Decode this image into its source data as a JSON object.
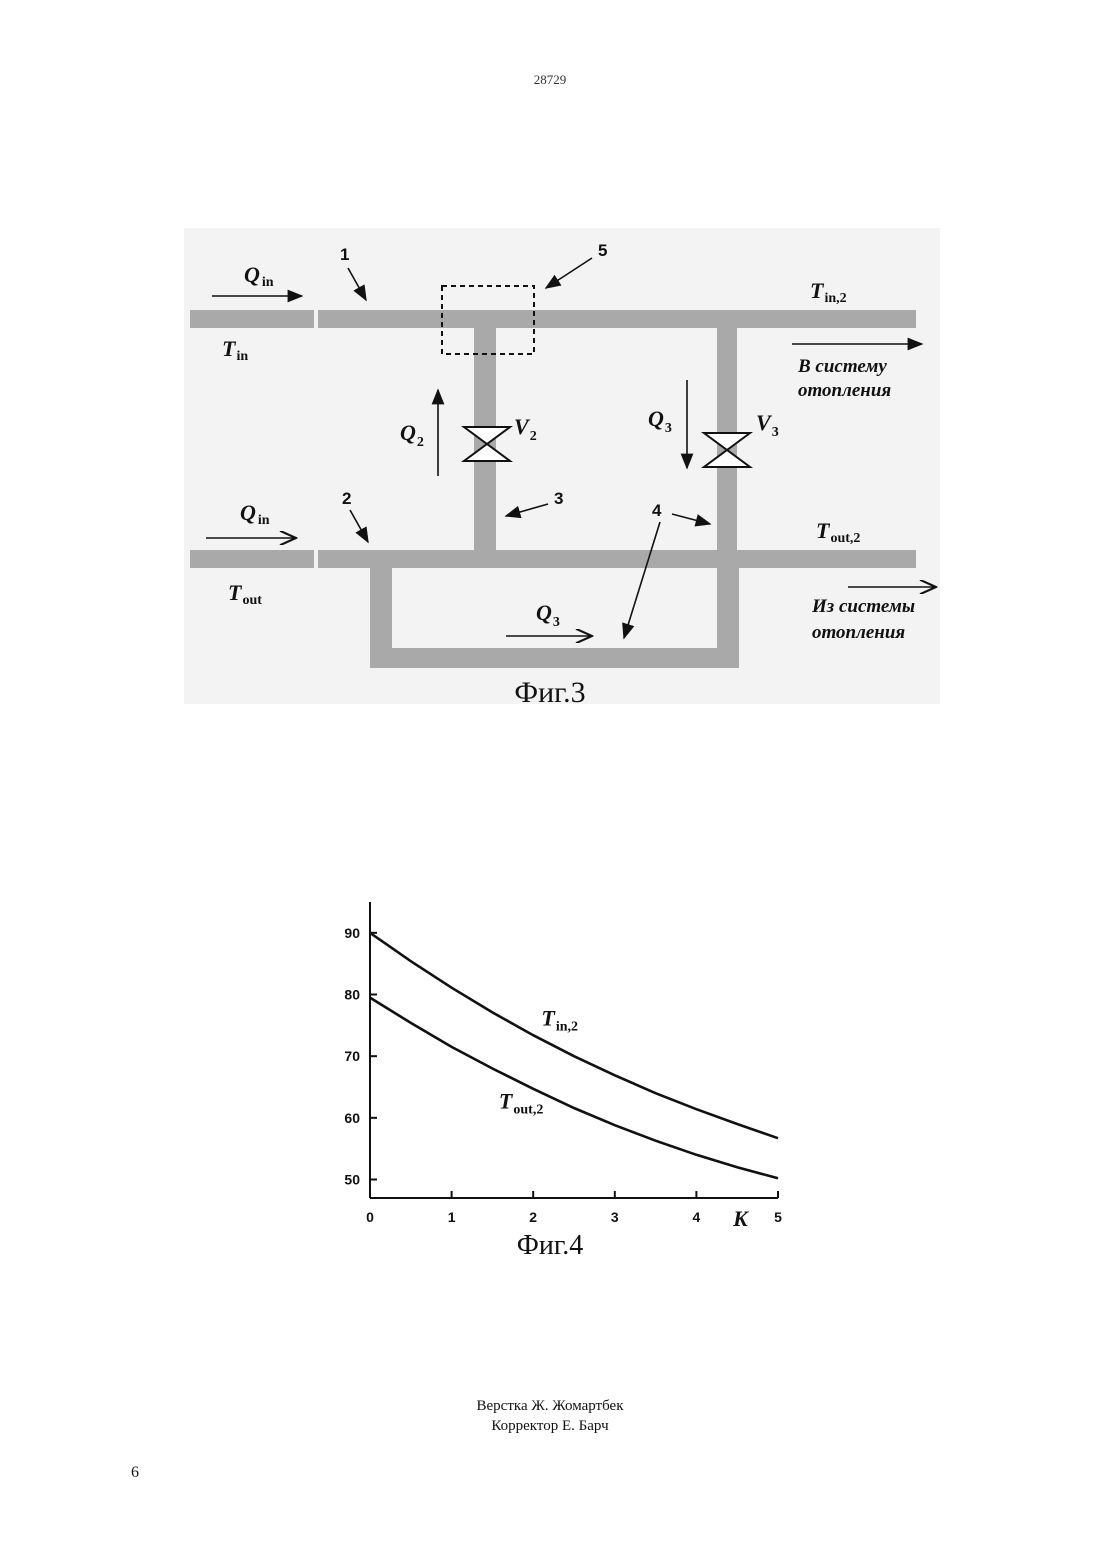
{
  "header": {
    "doc_number": "28729"
  },
  "figure3": {
    "caption": "Фиг.3",
    "labels": {
      "q_in_top": {
        "main": "Q",
        "sub": "in"
      },
      "t_in": {
        "main": "T",
        "sub": "in"
      },
      "t_in2": {
        "main": "T",
        "sub": "in,2"
      },
      "q2": {
        "main": "Q",
        "sub": "2"
      },
      "v2": {
        "main": "V",
        "sub": "2"
      },
      "q3_vert": {
        "main": "Q",
        "sub": "3"
      },
      "v3": {
        "main": "V",
        "sub": "3"
      },
      "q_in_bottom": {
        "main": "Q",
        "sub": "in"
      },
      "t_out": {
        "main": "T",
        "sub": "out"
      },
      "t_out2": {
        "main": "T",
        "sub": "out,2"
      },
      "q3_bottom": {
        "main": "Q",
        "sub": "3"
      }
    },
    "callouts": [
      "1",
      "2",
      "3",
      "4",
      "5"
    ],
    "to_heating": [
      "В систему",
      "отопления"
    ],
    "from_heating": [
      "Из системы",
      "отопления"
    ]
  },
  "figure4": {
    "caption": "Фиг.4"
  },
  "chart_data": {
    "type": "line",
    "xlabel": "K",
    "ylabel": "",
    "xlim": [
      0,
      5
    ],
    "ylim": [
      47,
      95
    ],
    "xticks": [
      0,
      1,
      2,
      3,
      4,
      5
    ],
    "yticks": [
      50,
      60,
      70,
      80,
      90
    ],
    "grid": false,
    "series": [
      {
        "name": "T_in,2",
        "label_main": "T",
        "label_sub": "in,2",
        "x": [
          0,
          0.5,
          1,
          1.5,
          2,
          2.5,
          3,
          3.5,
          4,
          4.5,
          5
        ],
        "y": [
          90,
          85.4,
          81.1,
          77.1,
          73.4,
          70,
          66.9,
          64,
          61.4,
          59,
          56.7
        ]
      },
      {
        "name": "T_out,2",
        "label_main": "T",
        "label_sub": "out,2",
        "x": [
          0,
          0.5,
          1,
          1.5,
          2,
          2.5,
          3,
          3.5,
          4,
          4.5,
          5
        ],
        "y": [
          79.5,
          75.4,
          71.5,
          68,
          64.7,
          61.6,
          58.8,
          56.3,
          54,
          52,
          50.2
        ]
      }
    ]
  },
  "footer": {
    "credit_line1": "Верстка Ж. Жомартбек",
    "credit_line2": "Корректор Е. Барч",
    "page_number": "6"
  }
}
